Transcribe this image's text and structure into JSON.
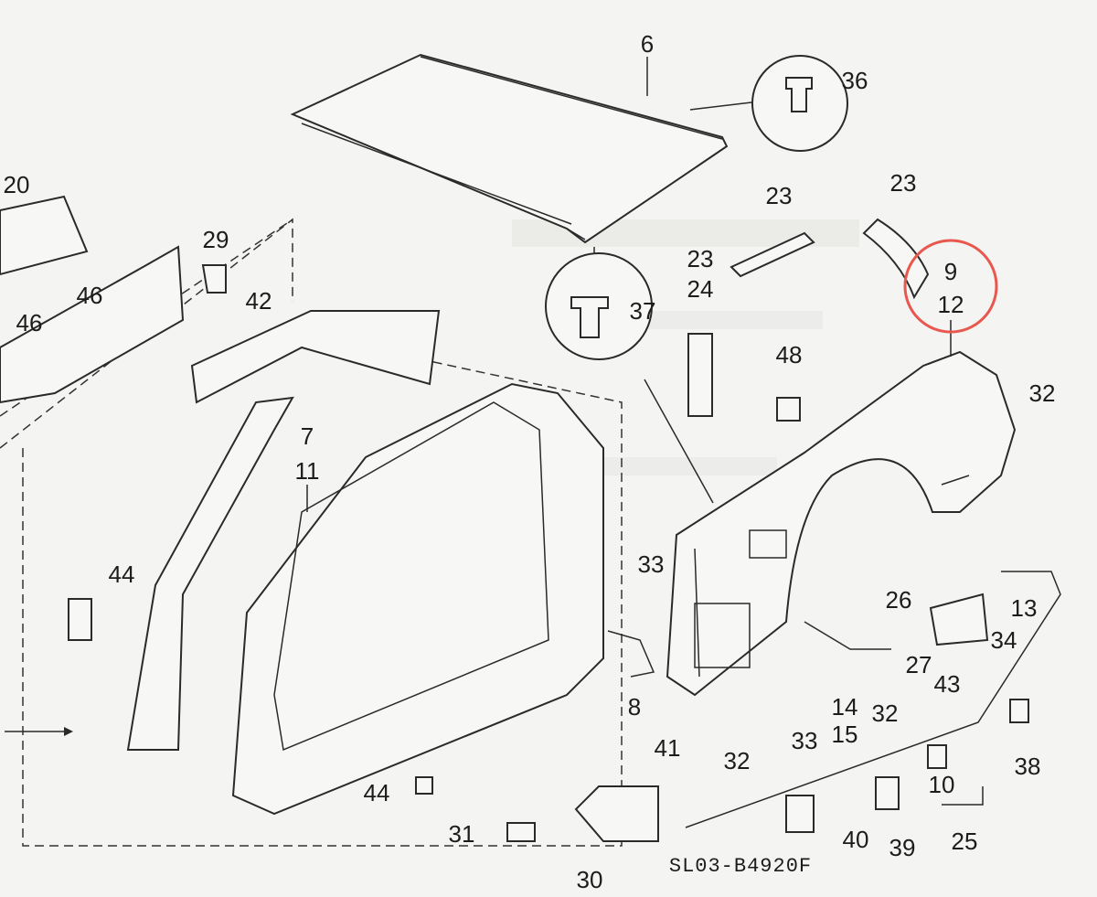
{
  "diagram": {
    "callouts": [
      "6",
      "36",
      "23",
      "23",
      "23",
      "24",
      "9",
      "12",
      "37",
      "48",
      "32",
      "20",
      "29",
      "42",
      "46",
      "46",
      "7",
      "11",
      "44",
      "33",
      "26",
      "13",
      "34",
      "27",
      "43",
      "8",
      "14",
      "32",
      "15",
      "33",
      "32",
      "41",
      "38",
      "10",
      "44",
      "31",
      "40",
      "39",
      "25",
      "30"
    ],
    "figure_code": "SL03-B4920F",
    "highlight_color": "#e8584f",
    "highlighted_callouts": [
      "9",
      "12"
    ]
  }
}
